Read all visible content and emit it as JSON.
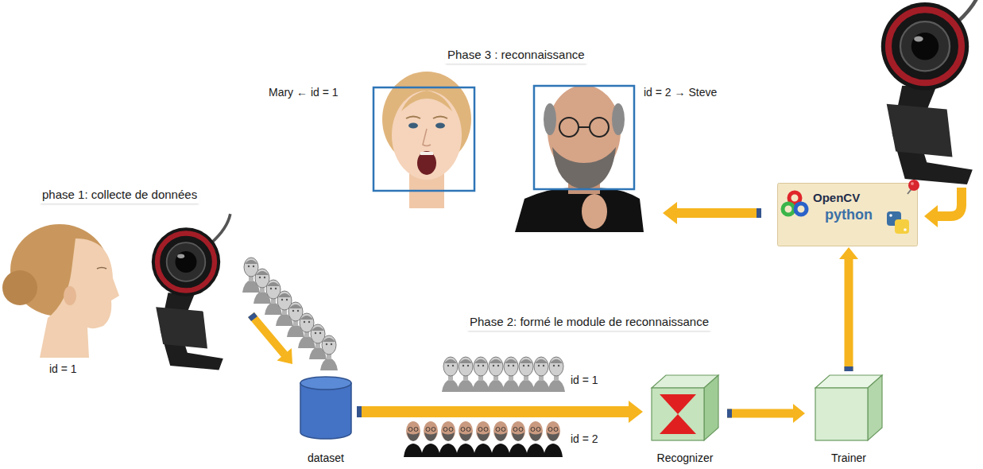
{
  "diagram": {
    "nodes": [
      {
        "text": [
          "dataset"
        ]
      },
      {
        "text": [
          "Recognizer"
        ]
      },
      {
        "text": [
          "Trainer"
        ]
      },
      {
        "text": [
          "OpenCV",
          "python"
        ]
      }
    ],
    "edges": [
      {
        "from": 0,
        "to": 1,
        "arrow": "to"
      },
      {
        "from": 1,
        "to": 2,
        "arrow": "to"
      },
      {
        "from": 2,
        "to": 3,
        "arrow": "to"
      }
    ],
    "labels": [
      "Phase 3 : reconnaissance",
      "Mary ← id = 1",
      "id = 2 → Steve",
      "phase 1: collecte de données",
      "id = 1",
      "id = 1",
      "id = 2",
      "Phase 2: formé le module de reconnaissance"
    ]
  }
}
